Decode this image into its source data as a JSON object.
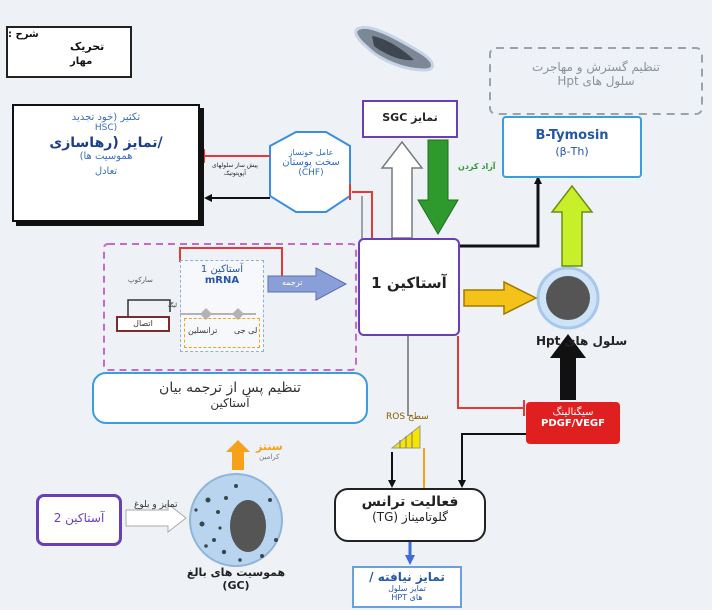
{
  "legend": {
    "title": "شرح :",
    "activation_label": "تحریک",
    "inhibition_label": "مهار"
  },
  "tnc_box": {
    "line1": "تکثیر (خود تجدید",
    "line2": "(HSC",
    "line3": "/تمایز (رهاسازی",
    "line4": "هموسیت ها)",
    "line5": "تعادل"
  },
  "chf": {
    "line1": "عامل خونساز",
    "line2": "سخت پوستان",
    "line3": "(CHF)"
  },
  "chf_arrow_text": {
    "line1": "پیش ساز سلولهای",
    "line2": "آپوپتوتیک"
  },
  "sgc_box": {
    "label": "تمایز SGC"
  },
  "release_label": "آزاد کردن",
  "hpt_top_box": {
    "line1": "تنظیم گسترش و مهاجرت",
    "line2": "سلول های Hpt"
  },
  "btymosin": {
    "name": "B-Tymosin",
    "abbr": "(β-Th)"
  },
  "astakine1": {
    "label": "آستاکین 1"
  },
  "mrna": {
    "line1": "آستاکین 1",
    "line2": "mRNA",
    "translation_label": "ترجمه",
    "left_label": "ساركوپ",
    "binding_label": "اتصال",
    "ligation_label": "لیگ",
    "transcription_label": "ترانسلین",
    "le_label": "لی جی"
  },
  "post_translation": {
    "line1": "تنظیم پس از ترجمه بیان",
    "line2": "آستاکین"
  },
  "hpt_cell": {
    "label": "سلول های Hpt"
  },
  "signaling": {
    "line1": "سیگنالینگ",
    "line2": "PDGF/VEGF"
  },
  "ros": {
    "label": "سطح ROS"
  },
  "synthesis": {
    "line1": "سنتز",
    "line2": "کرامین"
  },
  "tg": {
    "line1": "فعالیت ترانس",
    "line2": "گلوتامیناز (TG)"
  },
  "undiff": {
    "line1": "تمایز نیافته /",
    "line2": "تمایز سلول",
    "line3": "های HPT"
  },
  "astakine2": {
    "label": "آستاکین 2"
  },
  "maturation_label": "تمایز و بلوغ",
  "gc": {
    "line1": "هموسیت های بالغ",
    "line2": "(GC)"
  },
  "colors": {
    "activation": "#111111",
    "inhibition": "#e53935",
    "purple": "#6a3fb5",
    "green": "#2e9a2e",
    "lime": "#c7f02a",
    "orange": "#f5a11a",
    "blue": "#3b6fd6",
    "red_box": "#e02020"
  }
}
